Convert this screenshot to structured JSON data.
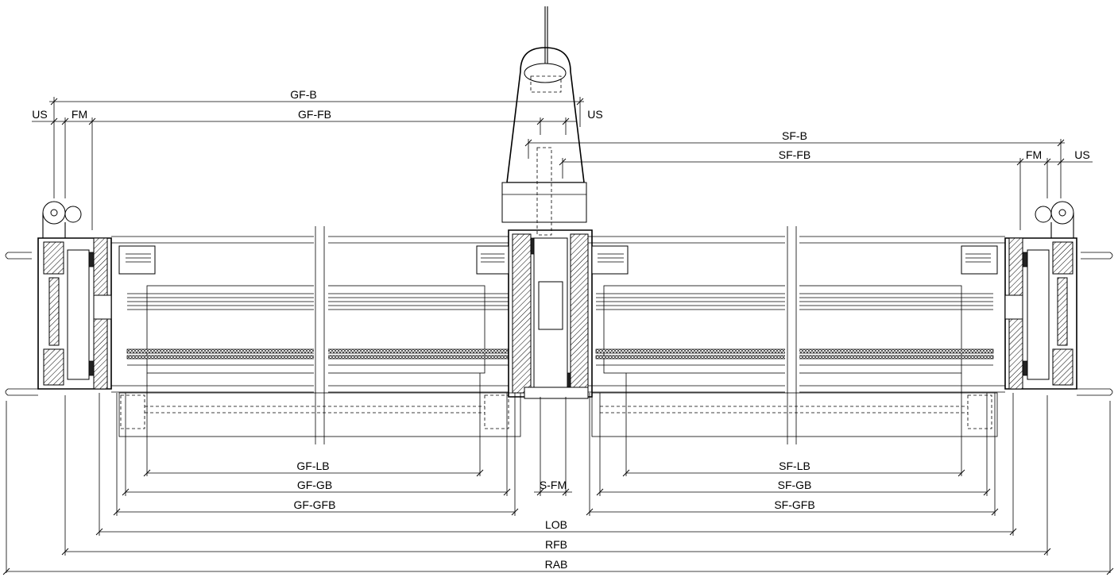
{
  "dimensions": {
    "gf_b": "GF-B",
    "gf_fb": "GF-FB",
    "us_left": "US",
    "fm_left": "FM",
    "us_mid": "US",
    "sf_b": "SF-B",
    "sf_fb": "SF-FB",
    "fm_right": "FM",
    "us_right": "US",
    "gf_lb": "GF-LB",
    "gf_gb": "GF-GB",
    "gf_gfb": "GF-GFB",
    "s_fm": "S-FM",
    "sf_lb": "SF-LB",
    "sf_gb": "SF-GB",
    "sf_gfb": "SF-GFB",
    "lob": "LOB",
    "rfb": "RFB",
    "rab": "RAB"
  }
}
